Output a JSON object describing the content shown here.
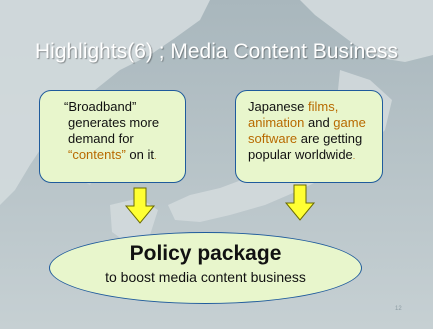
{
  "slide": {
    "title": "Highlights(6) ; Media Content Business",
    "page_number": "12"
  },
  "box_left": {
    "line1": "“Broadband”",
    "line2": "generates more",
    "line3": "demand for",
    "line4_quoted": "“contents”",
    "line4_rest": " on it",
    "line4_end": "."
  },
  "box_right": {
    "line1_a": "Japanese ",
    "line1_b": "films,",
    "line2_a": "animation",
    "line2_b": " and ",
    "line2_c": "game",
    "line3_a": "software",
    "line3_b": " are getting",
    "line4_a": "popular worldwide",
    "line4_b": "."
  },
  "ellipse": {
    "title": "Policy package",
    "subtitle": "to boost media content business"
  },
  "colors": {
    "box_fill": "#e8f6cc",
    "box_border": "#1f5b9c",
    "arrow_fill": "#ffff33",
    "accent_orange": "#b86a00",
    "accent_blue": "#1f5b9c"
  }
}
